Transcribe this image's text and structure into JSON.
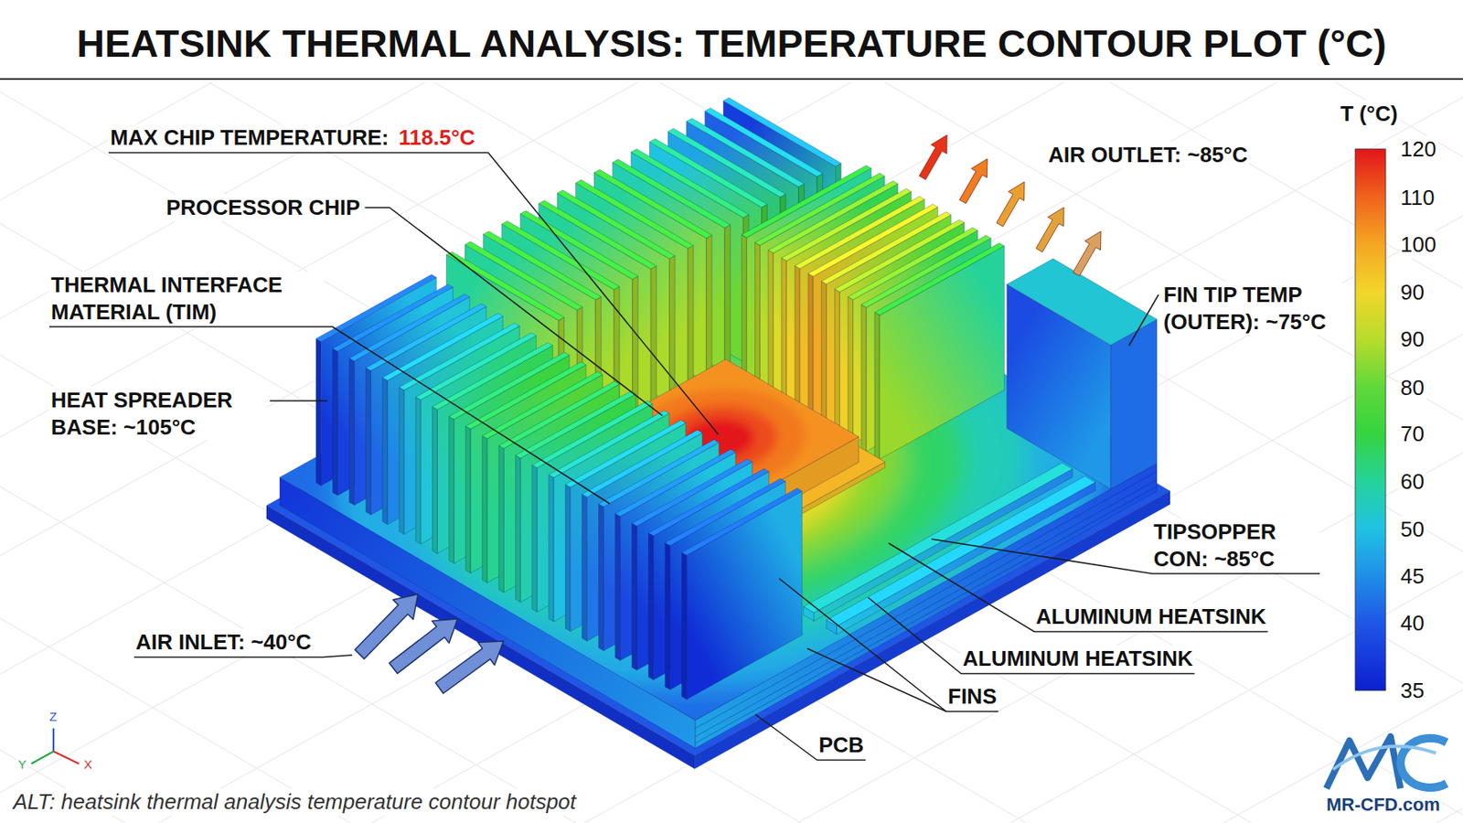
{
  "diagram": {
    "title": "HEATSINK THERMAL ANALYSIS: TEMPERATURE CONTOUR PLOT (°C)",
    "caption": "ALT: heatsink thermal analysis temperature contour hotspot",
    "labels": [
      "MAX CHIP TEMPERATURE:",
      "118.5°C",
      "PROCESSOR CHIP",
      "THERMAL INTERFACE MATERIAL (TIM)",
      "HEAT SPREADER BASE: ~105°C",
      "AIR INLET: ~40°C",
      "AIR OUTLET: ~85°C",
      "FIN TIP TEMP (OUTER): ~75°C",
      "TIPSOPPER CON: ~85°C",
      "ALUMINUM HEATSINK",
      "ALUMINUM HEATSINK",
      "FINS",
      "PCB",
      "T (°C)",
      "120",
      "110",
      "100",
      "90",
      "90",
      "80",
      "70",
      "60",
      "50",
      "45",
      "40",
      "35",
      "MR-CFD.com",
      "Z",
      "Y",
      "X"
    ]
  }
}
